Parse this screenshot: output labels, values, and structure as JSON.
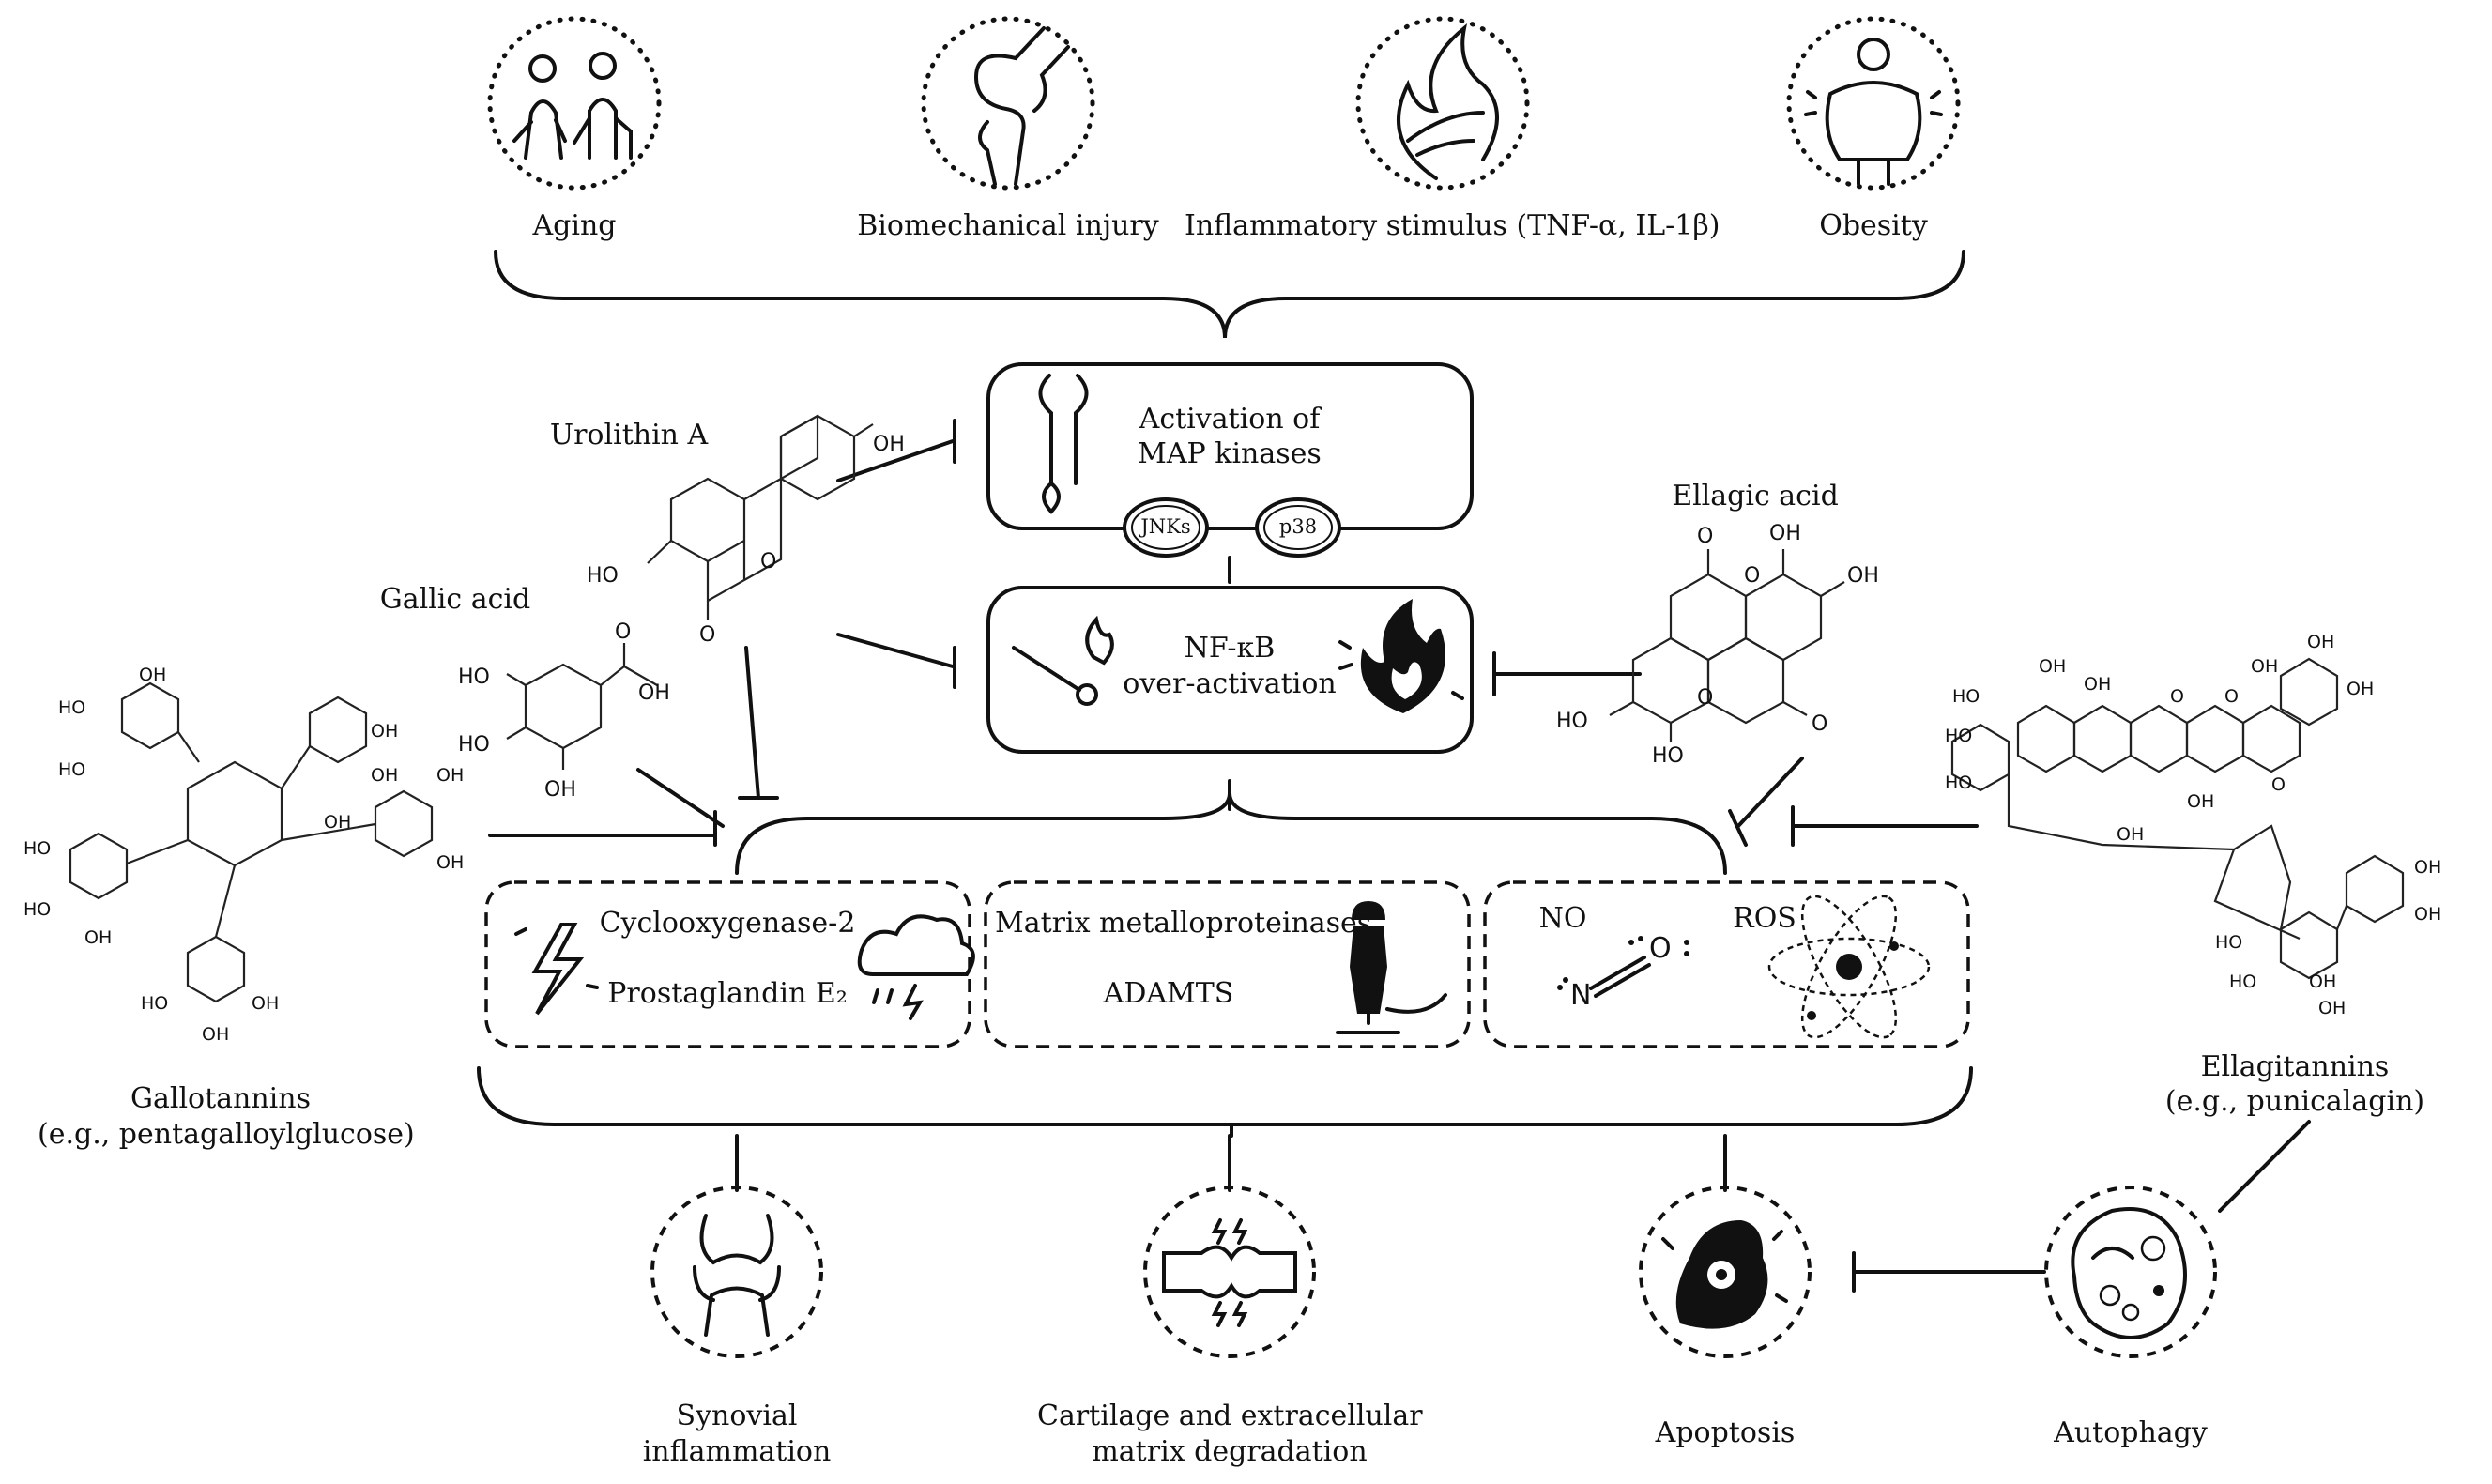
{
  "risk_factors": {
    "aging": "Aging",
    "injury": "Biomechanical injury",
    "inflammatory": "Inflammatory stimulus (TNF-α, IL-1β)",
    "obesity": "Obesity"
  },
  "pathway": {
    "map_kinases_line1": "Activation of",
    "map_kinases_line2": "MAP kinases",
    "jnks": "JNKs",
    "p38": "p38",
    "nfkb_line1": "NF-κB",
    "nfkb_line2": "over-activation"
  },
  "mediators": {
    "cox2": "Cyclooxygenase-2",
    "pge2": "Prostaglandin E₂",
    "mmp": "Matrix metalloproteinases",
    "adamts": "ADAMTS",
    "no": "NO",
    "ros": "ROS",
    "no_formula_n": "N",
    "no_formula_o": "O"
  },
  "compounds": {
    "urolithin_a": "Urolithin A",
    "gallic_acid": "Gallic acid",
    "ellagic_acid": "Ellagic acid",
    "gallotannins_line1": "Gallotannins",
    "gallotannins_line2": "(e.g., pentagalloylglucose)",
    "ellagitannins_line1": "Ellagitannins",
    "ellagitannins_line2": "(e.g., punicalagin)"
  },
  "chem_labels": {
    "oh": "OH",
    "ho": "HO",
    "o": "O"
  },
  "outcomes": {
    "synovial_line1": "Synovial",
    "synovial_line2": "inflammation",
    "cartilage_line1": "Cartilage and extracellular",
    "cartilage_line2": "matrix degradation",
    "apoptosis": "Apoptosis",
    "autophagy": "Autophagy"
  },
  "icons": {
    "aging": "elderly-couple-icon",
    "injury": "knee-joint-icon",
    "inflammatory": "flame-leaf-icon",
    "obesity": "obese-person-icon",
    "map_kinases": "wrench-icon",
    "nfkb_left": "match-icon",
    "nfkb_right": "fire-icon",
    "cox2": "lightning-icon",
    "pge2": "storm-cloud-icon",
    "mmp": "worker-drill-icon",
    "ros": "atom-icon",
    "synovial": "joint-icon",
    "cartilage": "cartilage-damage-icon",
    "apoptosis": "dying-cell-icon",
    "autophagy": "autophagic-cell-icon"
  }
}
